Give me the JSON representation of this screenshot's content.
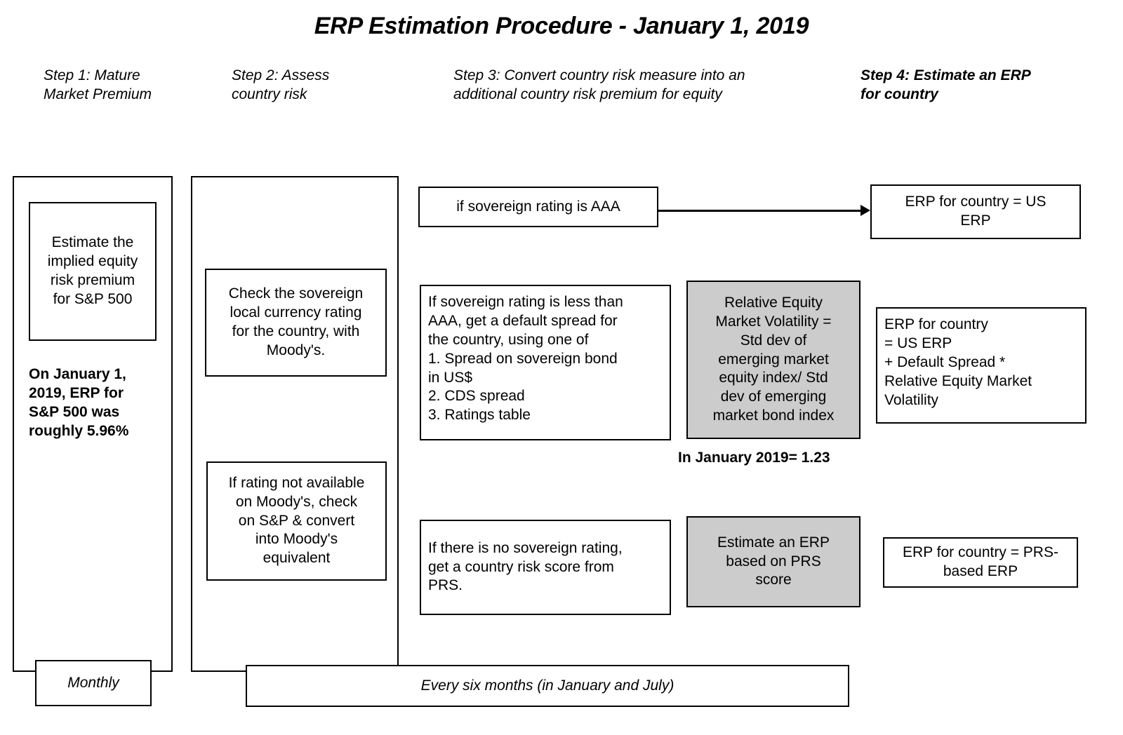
{
  "title": "ERP Estimation Procedure - January 1, 2019",
  "steps": [
    {
      "id": "step-1",
      "label": "Step 1: Mature\nMarket Premium",
      "bold": false
    },
    {
      "id": "step-2",
      "label": "Step 2: Assess\ncountry risk",
      "bold": false
    },
    {
      "id": "step-3",
      "label": "Step 3: Convert country risk measure into an\nadditional country risk premium for equity",
      "bold": false
    },
    {
      "id": "step-4",
      "label": "Step 4: Estimate an ERP\nfor country",
      "bold": true
    }
  ],
  "step1": {
    "estimate_box": "Estimate the\nimplied equity\nrisk premium\nfor S&P 500",
    "note": "On January 1,\n2019, ERP for\nS&P 500 was\nroughly 5.96%",
    "frequency": "Monthly"
  },
  "step2": {
    "moodys_box": "Check the sovereign\nlocal currency rating\nfor the country, with\nMoody's.",
    "sp_box": "If rating not available\non Moody's, check\non S&P & convert\ninto Moody's\nequivalent"
  },
  "step3": {
    "aaa_box": "if sovereign rating is AAA",
    "spread_box": "If sovereign rating is less than\nAAA, get a default spread for\nthe country, using one of\n1. Spread on sovereign bond\nin US$\n2. CDS spread\n3. Ratings table",
    "prs_box": "If there is no sovereign rating,\nget a country risk score from\nPRS.",
    "volatility_box": "Relative Equity\nMarket Volatility =\nStd dev of\nemerging market\nequity index/ Std\ndev of emerging\nmarket bond index",
    "volatility_note": "In January 2019= 1.23",
    "prs_estimate_box": "Estimate an ERP\nbased on PRS\nscore"
  },
  "step4": {
    "us_erp_box": "ERP for country = US\nERP",
    "formula_box": "ERP for country\n= US ERP\n+ Default Spread *\nRelative Equity Market\nVolatility",
    "prs_erp_box": "ERP for country = PRS-\nbased ERP"
  },
  "footer": {
    "frequency_right": "Every six months (in January and July)"
  },
  "colors": {
    "gray_fill": "#cccccc",
    "border": "#000000",
    "background": "#ffffff"
  }
}
